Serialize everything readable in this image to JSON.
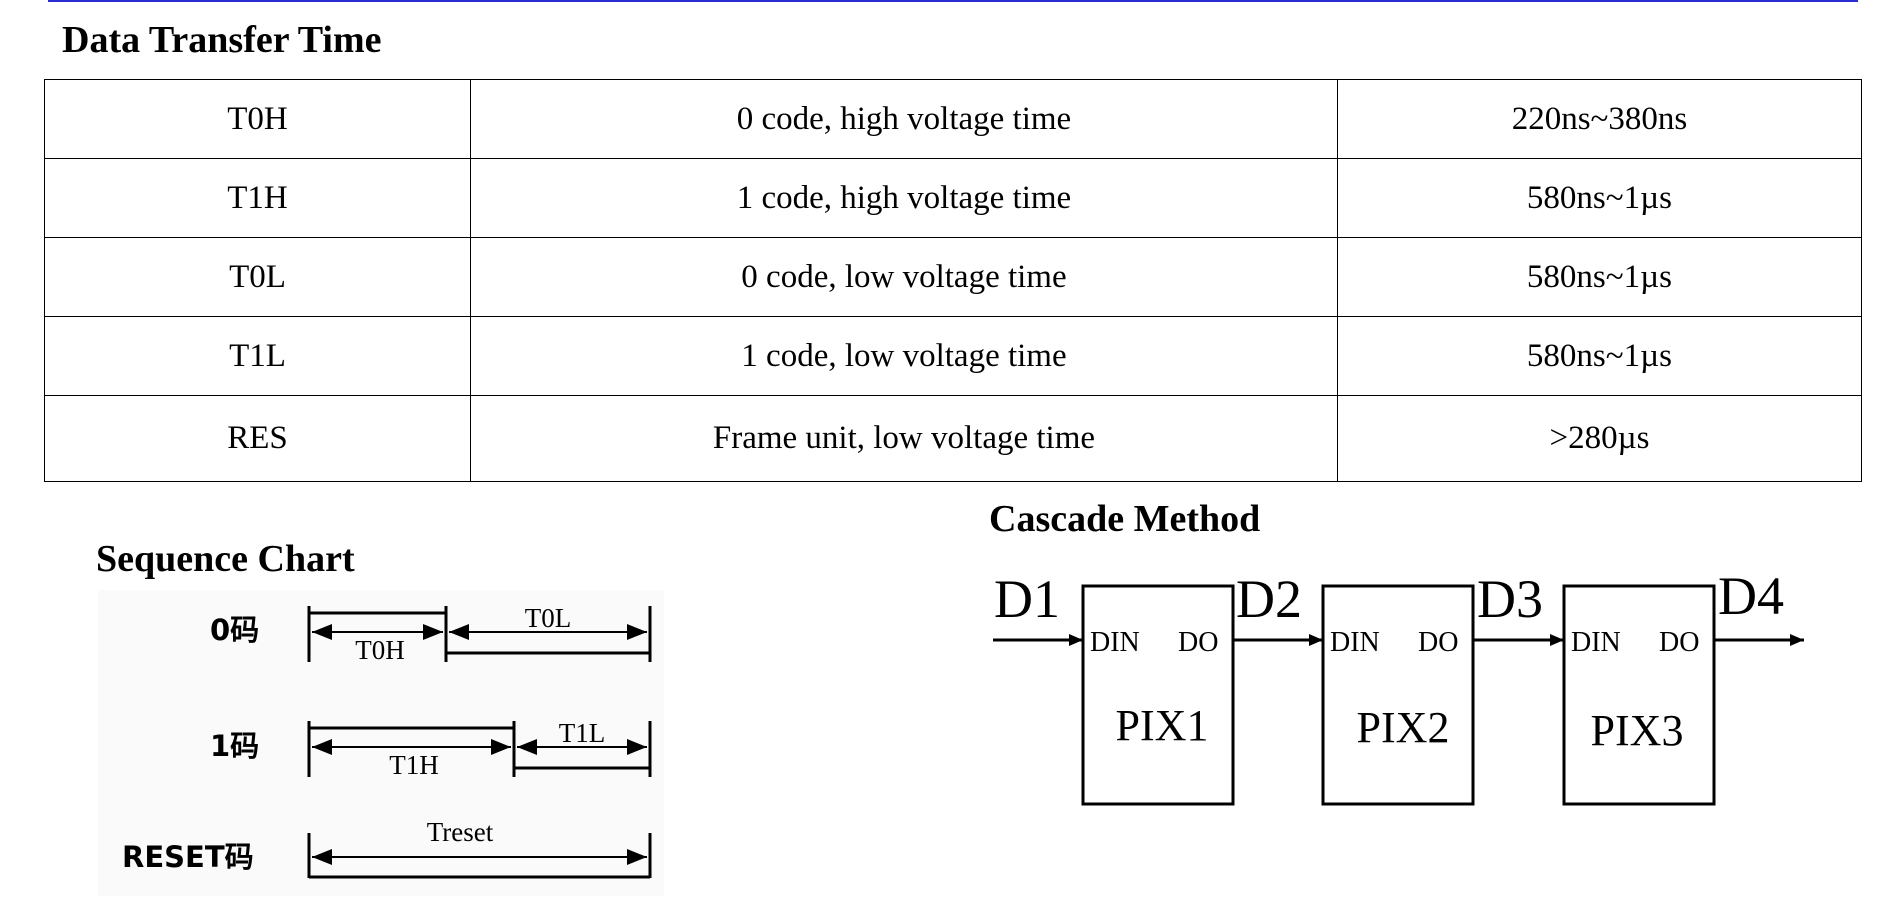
{
  "data_transfer": {
    "heading": "Data Transfer Time",
    "rows": [
      {
        "code": "T0H",
        "description": "0 code, high voltage time",
        "range": "220ns~380ns"
      },
      {
        "code": "T1H",
        "description": "1 code, high voltage time",
        "range": "580ns~1µs"
      },
      {
        "code": "T0L",
        "description": "0 code, low voltage time",
        "range": "580ns~1µs"
      },
      {
        "code": "T1L",
        "description": "1 code, low voltage time",
        "range": "580ns~1µs"
      },
      {
        "code": "RES",
        "description": "Frame unit, low voltage time",
        "range": ">280µs"
      }
    ]
  },
  "sequence_chart": {
    "heading": "Sequence Chart",
    "rows": [
      {
        "label": "0码",
        "high_label": "T0H",
        "low_label": "T0L"
      },
      {
        "label": "1码",
        "high_label": "T1H",
        "low_label": "T1L"
      },
      {
        "label": "RESET码",
        "reset_label": "Treset"
      }
    ]
  },
  "cascade": {
    "heading": "Cascade Method",
    "signals": [
      "D1",
      "D2",
      "D3",
      "D4"
    ],
    "blocks": [
      {
        "name": "PIX1",
        "in": "DIN",
        "out": "DO"
      },
      {
        "name": "PIX2",
        "in": "DIN",
        "out": "DO"
      },
      {
        "name": "PIX3",
        "in": "DIN",
        "out": "DO"
      }
    ]
  }
}
